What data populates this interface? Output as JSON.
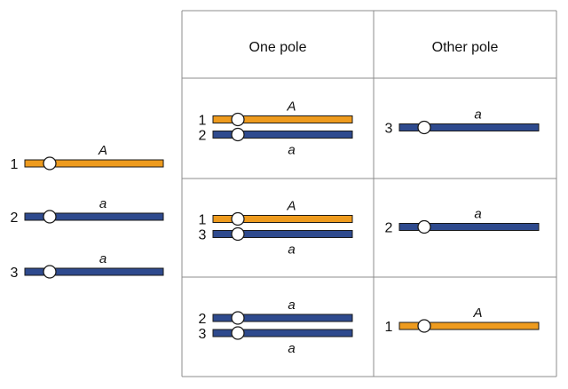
{
  "colors": {
    "A": "#EE9B1E",
    "a": "#2E4A8E",
    "outline": "#1a1a1a",
    "grid": "#8c8c8c"
  },
  "headers": [
    "One pole",
    "Other pole"
  ],
  "left_chromosomes": [
    {
      "num": "1",
      "allele": "A"
    },
    {
      "num": "2",
      "allele": "a"
    },
    {
      "num": "3",
      "allele": "a"
    }
  ],
  "rows": [
    {
      "one_pole": [
        {
          "num": "1",
          "allele": "A"
        },
        {
          "num": "2",
          "allele": "a"
        }
      ],
      "other_pole": {
        "num": "3",
        "allele": "a"
      }
    },
    {
      "one_pole": [
        {
          "num": "1",
          "allele": "A"
        },
        {
          "num": "3",
          "allele": "a"
        }
      ],
      "other_pole": {
        "num": "2",
        "allele": "a"
      }
    },
    {
      "one_pole": [
        {
          "num": "2",
          "allele": "a"
        },
        {
          "num": "3",
          "allele": "a"
        }
      ],
      "other_pole": {
        "num": "1",
        "allele": "A"
      }
    }
  ]
}
